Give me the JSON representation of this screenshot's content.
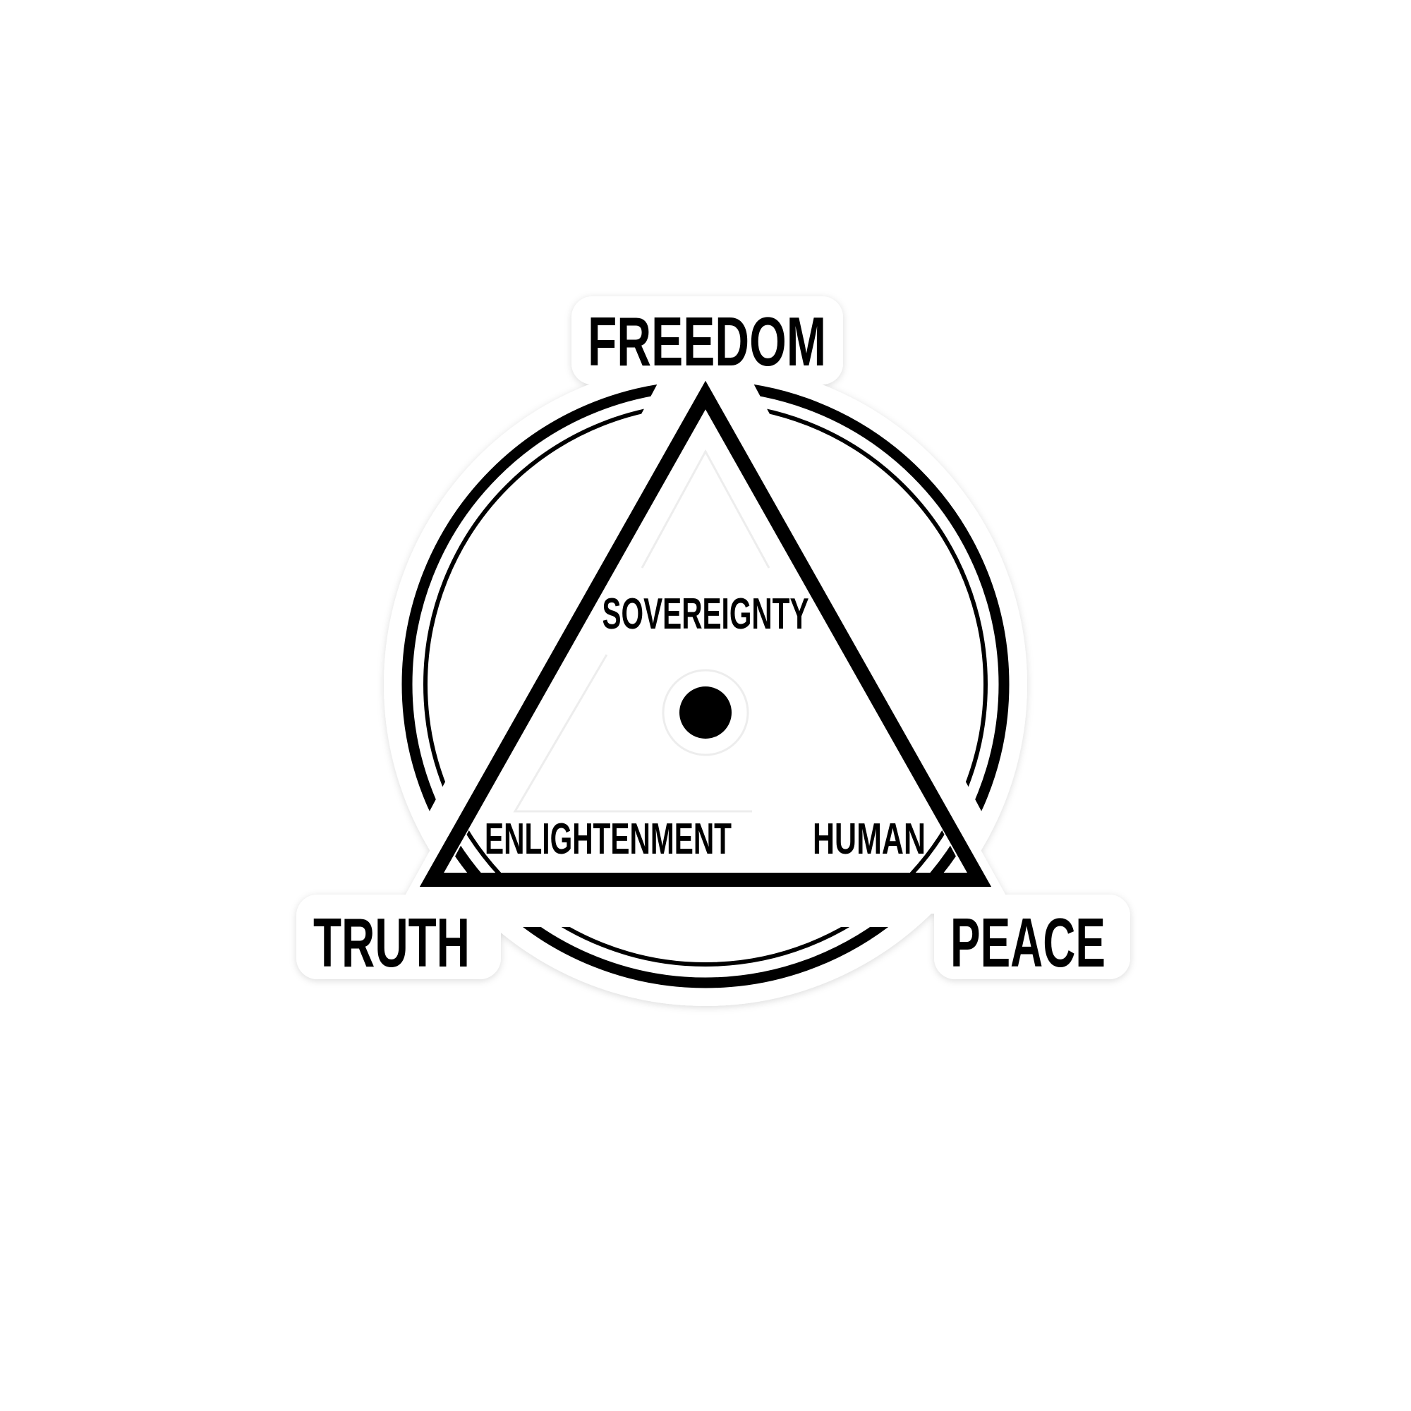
{
  "colors": {
    "ink": "#000000",
    "paper": "#ffffff",
    "sticker_outline": "#ececec"
  },
  "labels": {
    "top": "FREEDOM",
    "bottom_left": "TRUTH",
    "bottom_right": "PEACE",
    "inner_top": "SOVEREIGNTY",
    "inner_left": "ENLIGHTENMENT",
    "inner_right": "HUMAN"
  }
}
